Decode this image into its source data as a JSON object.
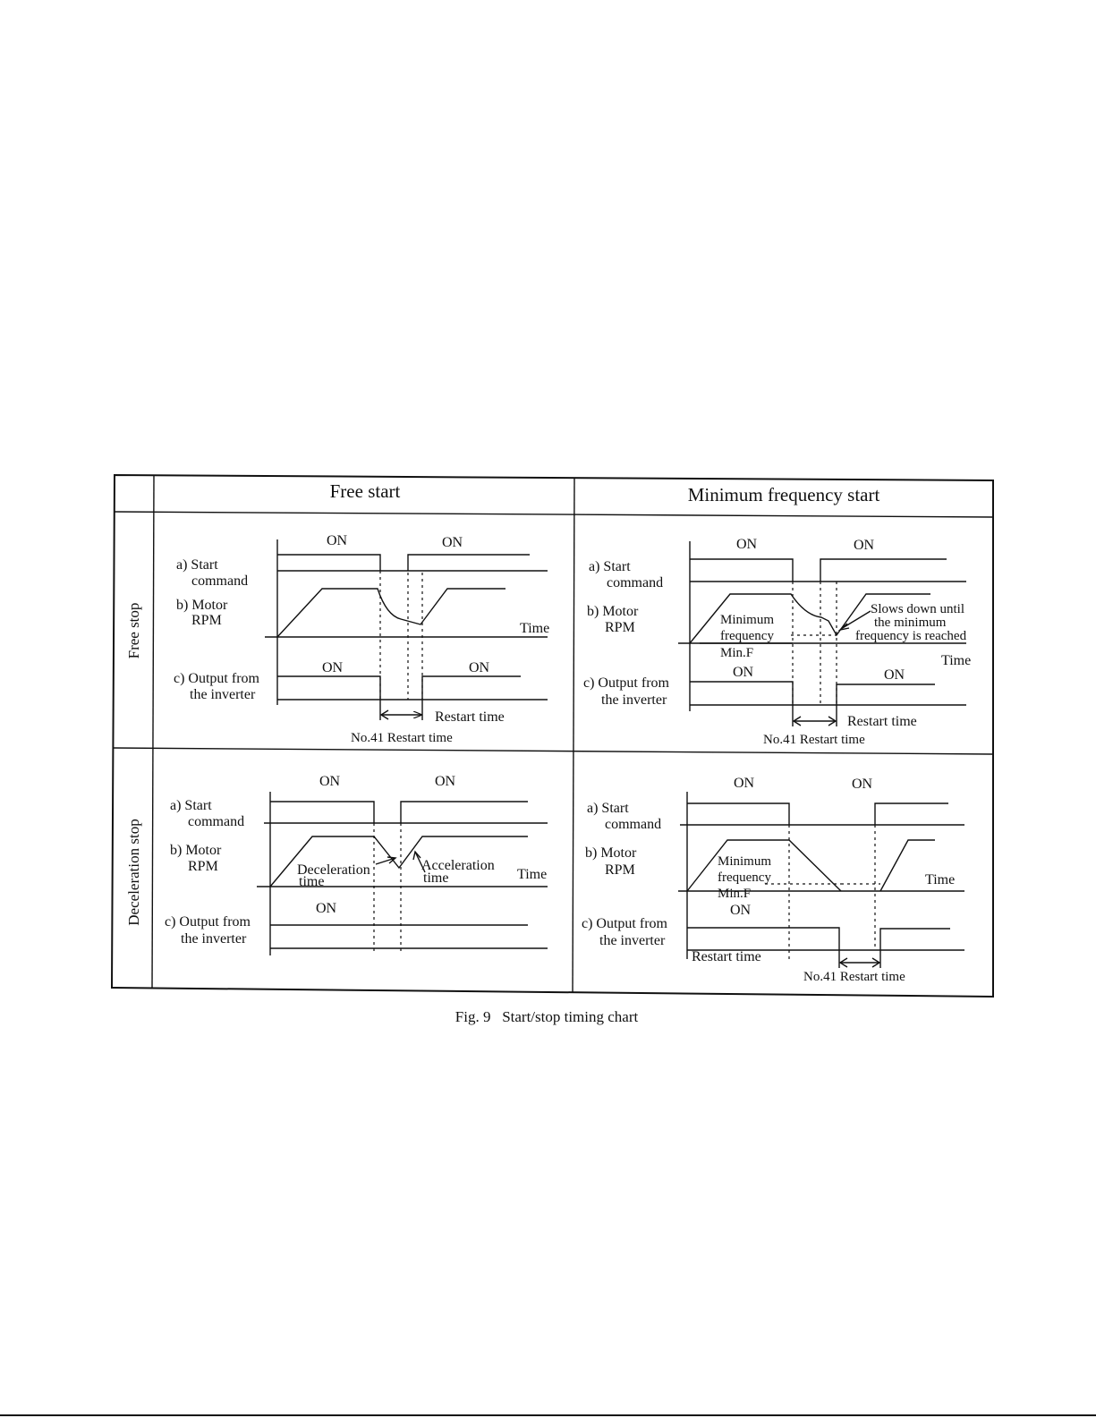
{
  "figure": {
    "caption": "Fig. 9   Start/stop timing chart",
    "columns": [
      "Free start",
      "Minimum frequency start"
    ],
    "rows": [
      "Free stop",
      "Deceleration stop"
    ]
  },
  "labels": {
    "start_a": "a) Start",
    "start_b": "command",
    "motor_a": "b) Motor",
    "motor_b": "RPM",
    "output_a": "c) Output from",
    "output_b": "the inverter",
    "on": "ON",
    "time": "Time",
    "restart_time": "Restart time",
    "no41_restart_time": "No.41  Restart time",
    "min_freq_a": "Minimum",
    "min_freq_b": "frequency",
    "min_f": "Min.F",
    "slows_a": "Slows down until",
    "slows_b": "the minimum",
    "slows_c": "frequency is reached",
    "decel_a": "Deceleration",
    "decel_b": "time",
    "accel_a": "Acceleration",
    "accel_b": "time"
  }
}
